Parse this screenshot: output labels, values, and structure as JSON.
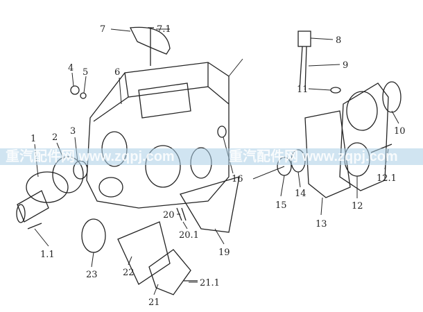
{
  "diagram": {
    "labels": [
      "7",
      "7.1",
      "8",
      "9",
      "4",
      "5",
      "6",
      "11",
      "10",
      "1",
      "2",
      "3",
      "16",
      "12.1",
      "15",
      "14",
      "12",
      "13",
      "20",
      "20.1",
      "19",
      "1.1",
      "23",
      "22",
      "21.1",
      "21"
    ]
  },
  "watermark": {
    "left": "重汽配件网 www.zqpj.com",
    "right": "重汽配件网 www.zqpj.com"
  }
}
